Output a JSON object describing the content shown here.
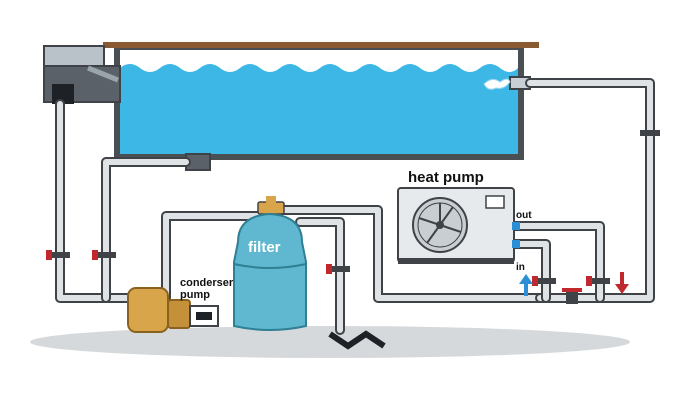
{
  "labels": {
    "heat_pump": "heat pump",
    "filter": "filter",
    "condenser_pump": [
      "conderser",
      "pump"
    ],
    "out": "out",
    "in": "in"
  },
  "colors": {
    "water": "#3db7e6",
    "water_dark": "#1f94c8",
    "pool_wall": "#4a4f54",
    "deck": "#8a5a32",
    "filter_tank": "#5fb8cf",
    "pump_body": "#d9a54a",
    "valve_red": "#c0282d",
    "arrow_blue": "#2c8fd6",
    "ground": "#d6d9dc"
  },
  "icons": {
    "fan": "fan-icon",
    "valve": "valve-icon",
    "arrow_up": "arrow-up-icon",
    "arrow_down": "arrow-down-icon"
  }
}
